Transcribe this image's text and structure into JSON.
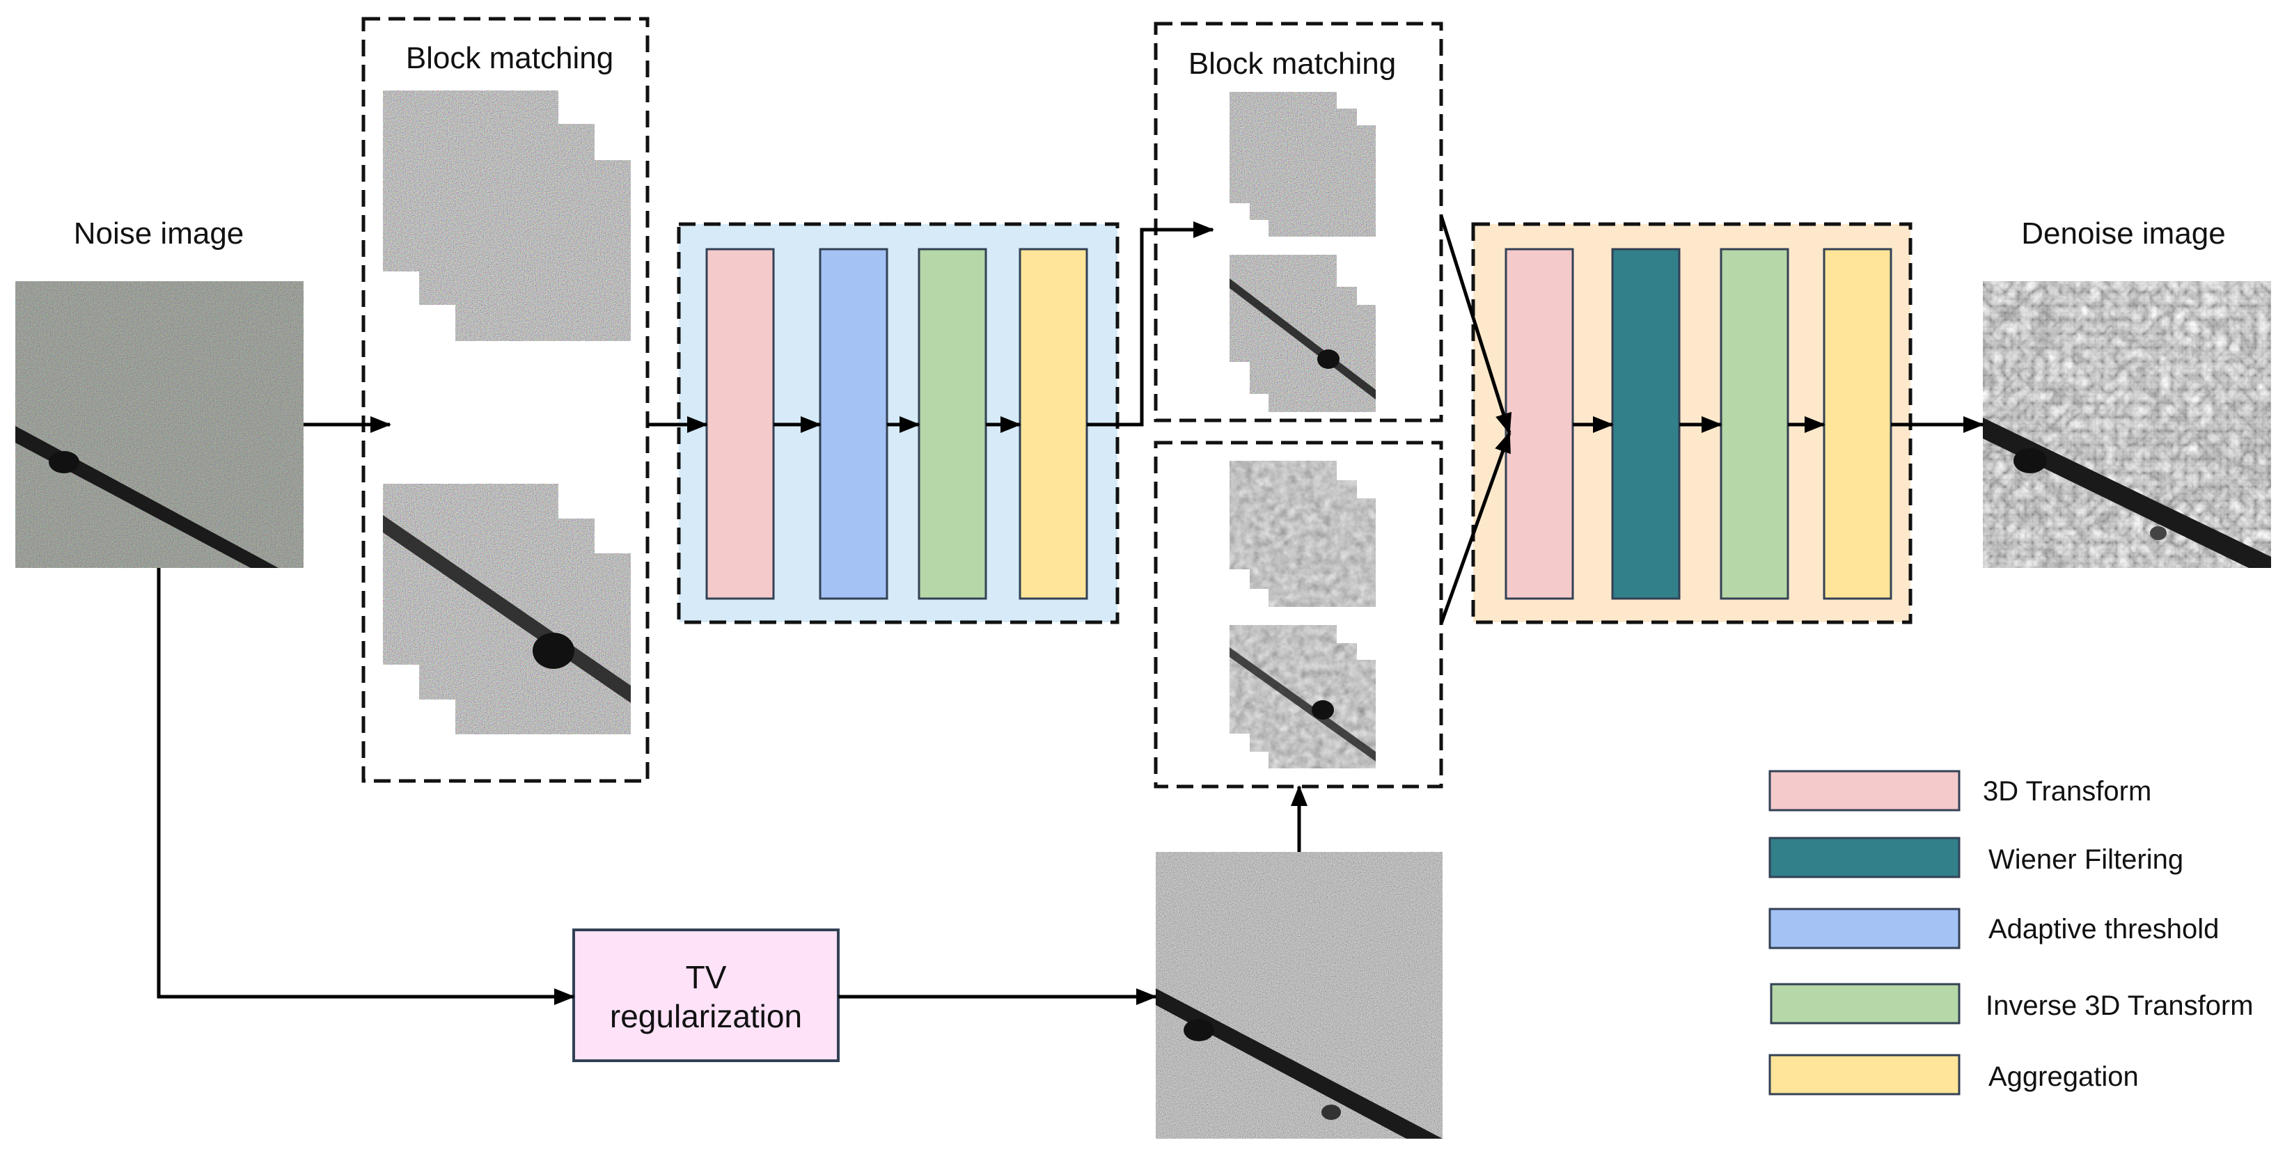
{
  "labels": {
    "noise_image": "Noise image",
    "denoise_image": "Denoise image",
    "block_matching_1": "Block matching",
    "block_matching_2": "Block matching",
    "tv_line1": "TV",
    "tv_line2": "regularization"
  },
  "legend": [
    {
      "label": "3D Transform",
      "color": "#f4caca"
    },
    {
      "label": "Wiener Filtering",
      "color": "#31808a"
    },
    {
      "label": "Adaptive threshold",
      "color": "#a4c2f4"
    },
    {
      "label": "Inverse 3D Transform",
      "color": "#b6d7a8"
    },
    {
      "label": "Aggregation",
      "color": "#ffe599"
    }
  ],
  "colors": {
    "stage1_bg": "#d6eaf7",
    "stage2_bg": "#fde8cc",
    "tv_box": "#fde2f8",
    "block_border": "#334155"
  },
  "stage1_blocks": [
    "3D Transform",
    "Adaptive threshold",
    "Inverse 3D Transform",
    "Aggregation"
  ],
  "stage2_blocks": [
    "3D Transform",
    "Wiener Filtering",
    "Inverse 3D Transform",
    "Aggregation"
  ]
}
